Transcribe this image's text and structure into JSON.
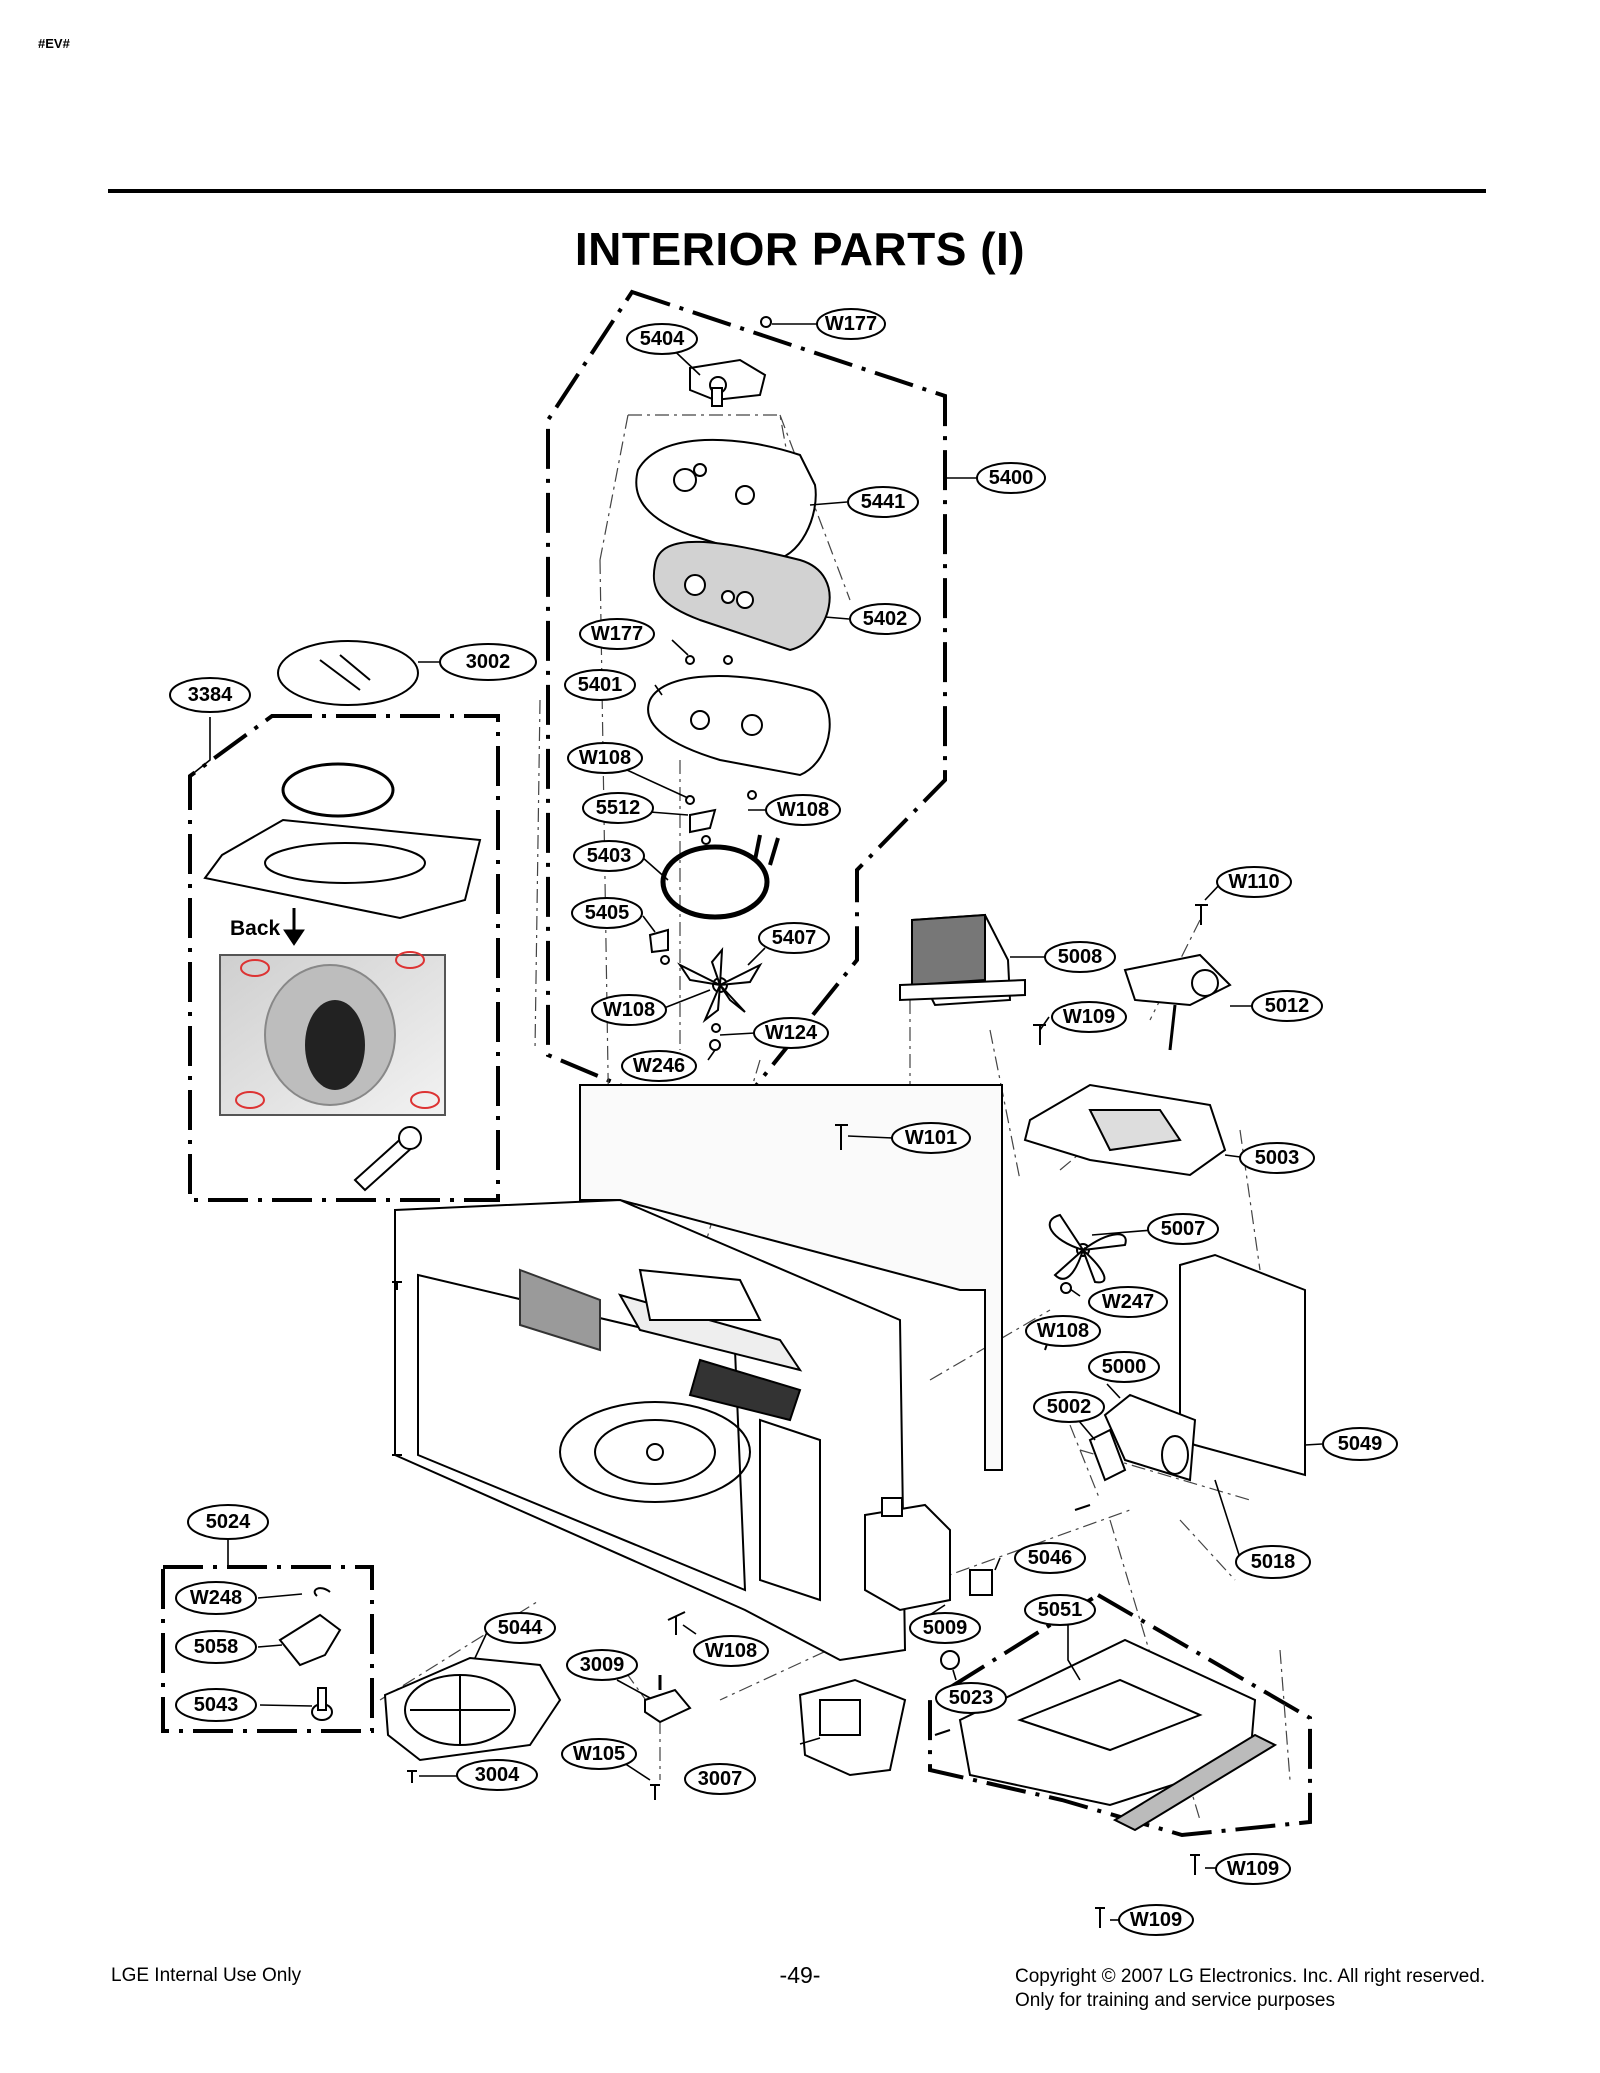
{
  "header": {
    "tag": "#EV#",
    "title": "INTERIOR PARTS (I)"
  },
  "diagram": {
    "back_label": "Back",
    "callouts": [
      {
        "id": "c-W177a",
        "text": "W177"
      },
      {
        "id": "c-5404",
        "text": "5404"
      },
      {
        "id": "c-5400",
        "text": "5400"
      },
      {
        "id": "c-5441",
        "text": "5441"
      },
      {
        "id": "c-5402",
        "text": "5402"
      },
      {
        "id": "c-W177b",
        "text": "W177"
      },
      {
        "id": "c-5401",
        "text": "5401"
      },
      {
        "id": "c-W108a",
        "text": "W108"
      },
      {
        "id": "c-5512",
        "text": "5512"
      },
      {
        "id": "c-W108b",
        "text": "W108"
      },
      {
        "id": "c-5403",
        "text": "5403"
      },
      {
        "id": "c-5405",
        "text": "5405"
      },
      {
        "id": "c-5407",
        "text": "5407"
      },
      {
        "id": "c-W108c",
        "text": "W108"
      },
      {
        "id": "c-W124",
        "text": "W124"
      },
      {
        "id": "c-W246",
        "text": "W246"
      },
      {
        "id": "c-3002",
        "text": "3002"
      },
      {
        "id": "c-3384",
        "text": "3384"
      },
      {
        "id": "c-W110",
        "text": "W110"
      },
      {
        "id": "c-5008",
        "text": "5008"
      },
      {
        "id": "c-5012",
        "text": "5012"
      },
      {
        "id": "c-W109a",
        "text": "W109"
      },
      {
        "id": "c-W101",
        "text": "W101"
      },
      {
        "id": "c-5003",
        "text": "5003"
      },
      {
        "id": "c-5007",
        "text": "5007"
      },
      {
        "id": "c-W247",
        "text": "W247"
      },
      {
        "id": "c-W108d",
        "text": "W108"
      },
      {
        "id": "c-5000",
        "text": "5000"
      },
      {
        "id": "c-5002",
        "text": "5002"
      },
      {
        "id": "c-5049",
        "text": "5049"
      },
      {
        "id": "c-5018",
        "text": "5018"
      },
      {
        "id": "c-5024",
        "text": "5024"
      },
      {
        "id": "c-W248",
        "text": "W248"
      },
      {
        "id": "c-5058",
        "text": "5058"
      },
      {
        "id": "c-5043",
        "text": "5043"
      },
      {
        "id": "c-5044",
        "text": "5044"
      },
      {
        "id": "c-3009",
        "text": "3009"
      },
      {
        "id": "c-W108e",
        "text": "W108"
      },
      {
        "id": "c-5046",
        "text": "5046"
      },
      {
        "id": "c-5009",
        "text": "5009"
      },
      {
        "id": "c-5051",
        "text": "5051"
      },
      {
        "id": "c-5023",
        "text": "5023"
      },
      {
        "id": "c-W105",
        "text": "W105"
      },
      {
        "id": "c-3004",
        "text": "3004"
      },
      {
        "id": "c-3007",
        "text": "3007"
      },
      {
        "id": "c-W109b",
        "text": "W109"
      },
      {
        "id": "c-W109c",
        "text": "W109"
      }
    ]
  },
  "footer": {
    "left": "LGE Internal Use Only",
    "page_number": "-49-",
    "copyright_line1": "Copyright © 2007 LG Electronics. Inc. All right reserved.",
    "copyright_line2": "Only for training and service purposes"
  }
}
